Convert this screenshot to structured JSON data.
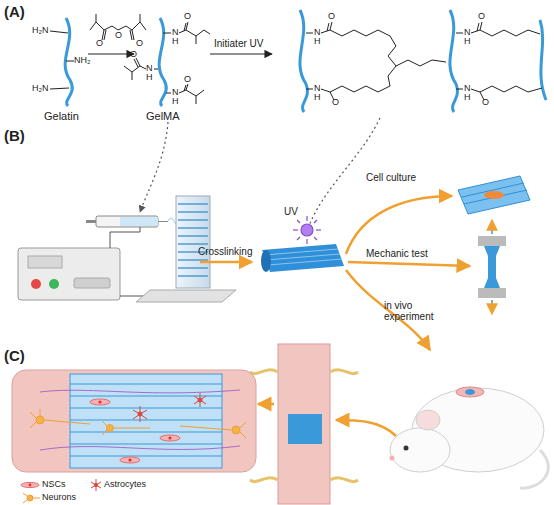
{
  "diagram": {
    "labels": [
      "(A)",
      "H₂N",
      "NH₂",
      "H₂N",
      "O",
      "O",
      "O",
      "O",
      "N",
      "H",
      "O",
      "N",
      "H",
      "O",
      "N",
      "H",
      "O",
      "N",
      "H",
      "N",
      "H",
      "O",
      "O",
      "N",
      "H",
      "N",
      "H",
      "O",
      "Gelatin",
      "GelMA",
      "Initiater UV",
      "(B)",
      "UV",
      "Crosslinking",
      "Cell culture",
      "Mechanic test",
      "in vivo experiment",
      "(C)"
    ],
    "legend": [
      {
        "text": "NSCs"
      },
      {
        "text": "Astrocytes"
      },
      {
        "text": "Neurons"
      }
    ]
  }
}
